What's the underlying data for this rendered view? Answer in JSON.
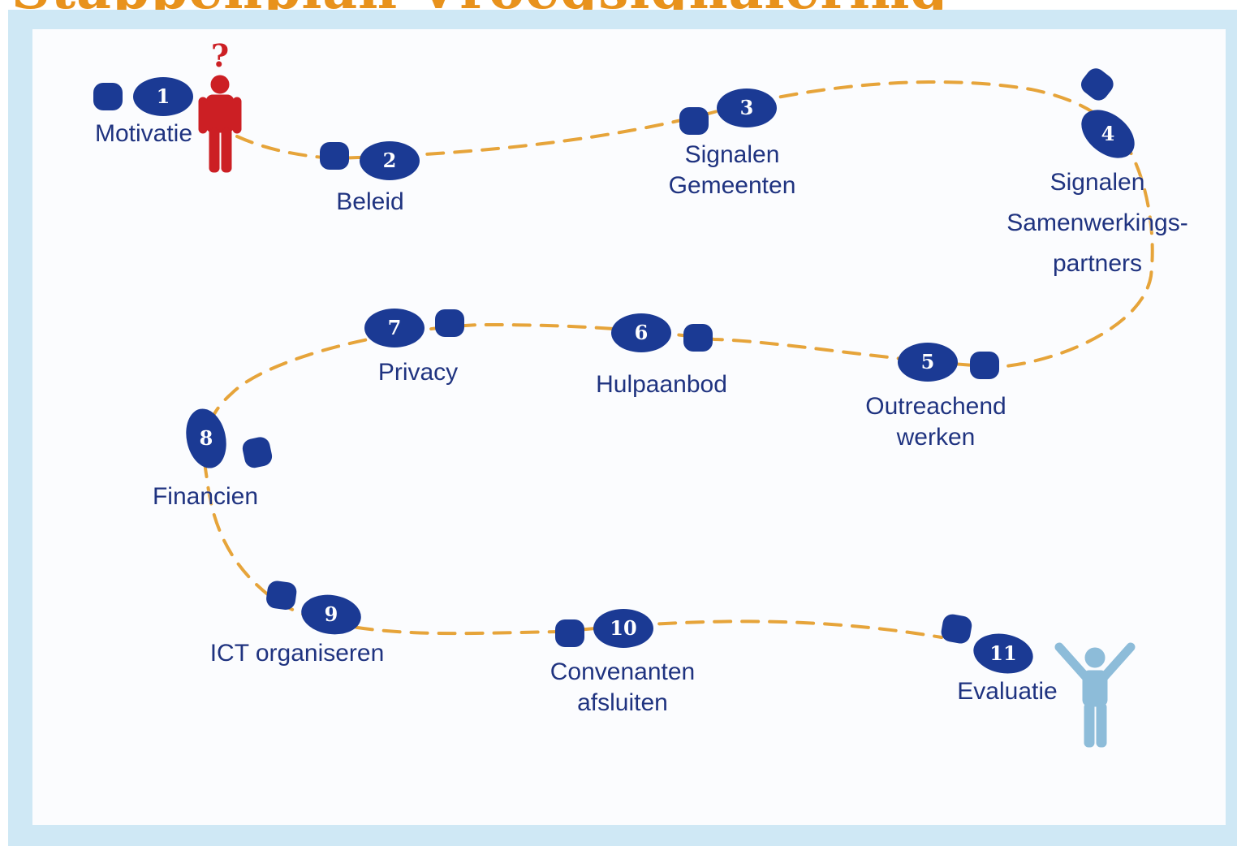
{
  "title": "Stappenplan Vroegsignalering",
  "colors": {
    "footprint": "#1b3a94",
    "path": "#e6a43a",
    "start_person": "#cc1f24",
    "end_person": "#8dbcd9",
    "frame": "#cfe8f5",
    "title": "#e8921c",
    "label": "#1f3380"
  },
  "start_mark": "?",
  "icons": [
    "footprints-icon",
    "question-person-icon",
    "cheering-person-icon"
  ],
  "steps": [
    {
      "number": "1",
      "lines": [
        "Motivatie"
      ]
    },
    {
      "number": "2",
      "lines": [
        "Beleid"
      ]
    },
    {
      "number": "3",
      "lines": [
        "Signalen",
        "Gemeenten"
      ]
    },
    {
      "number": "4",
      "lines": [
        "Signalen",
        "Samenwerkings-",
        "partners"
      ]
    },
    {
      "number": "5",
      "lines": [
        "Outreachend",
        "werken"
      ]
    },
    {
      "number": "6",
      "lines": [
        "Hulpaanbod"
      ]
    },
    {
      "number": "7",
      "lines": [
        "Privacy"
      ]
    },
    {
      "number": "8",
      "lines": [
        "Financien"
      ]
    },
    {
      "number": "9",
      "lines": [
        "ICT organiseren"
      ]
    },
    {
      "number": "10",
      "lines": [
        "Convenanten",
        "afsluiten"
      ]
    },
    {
      "number": "11",
      "lines": [
        "Evaluatie"
      ]
    }
  ]
}
